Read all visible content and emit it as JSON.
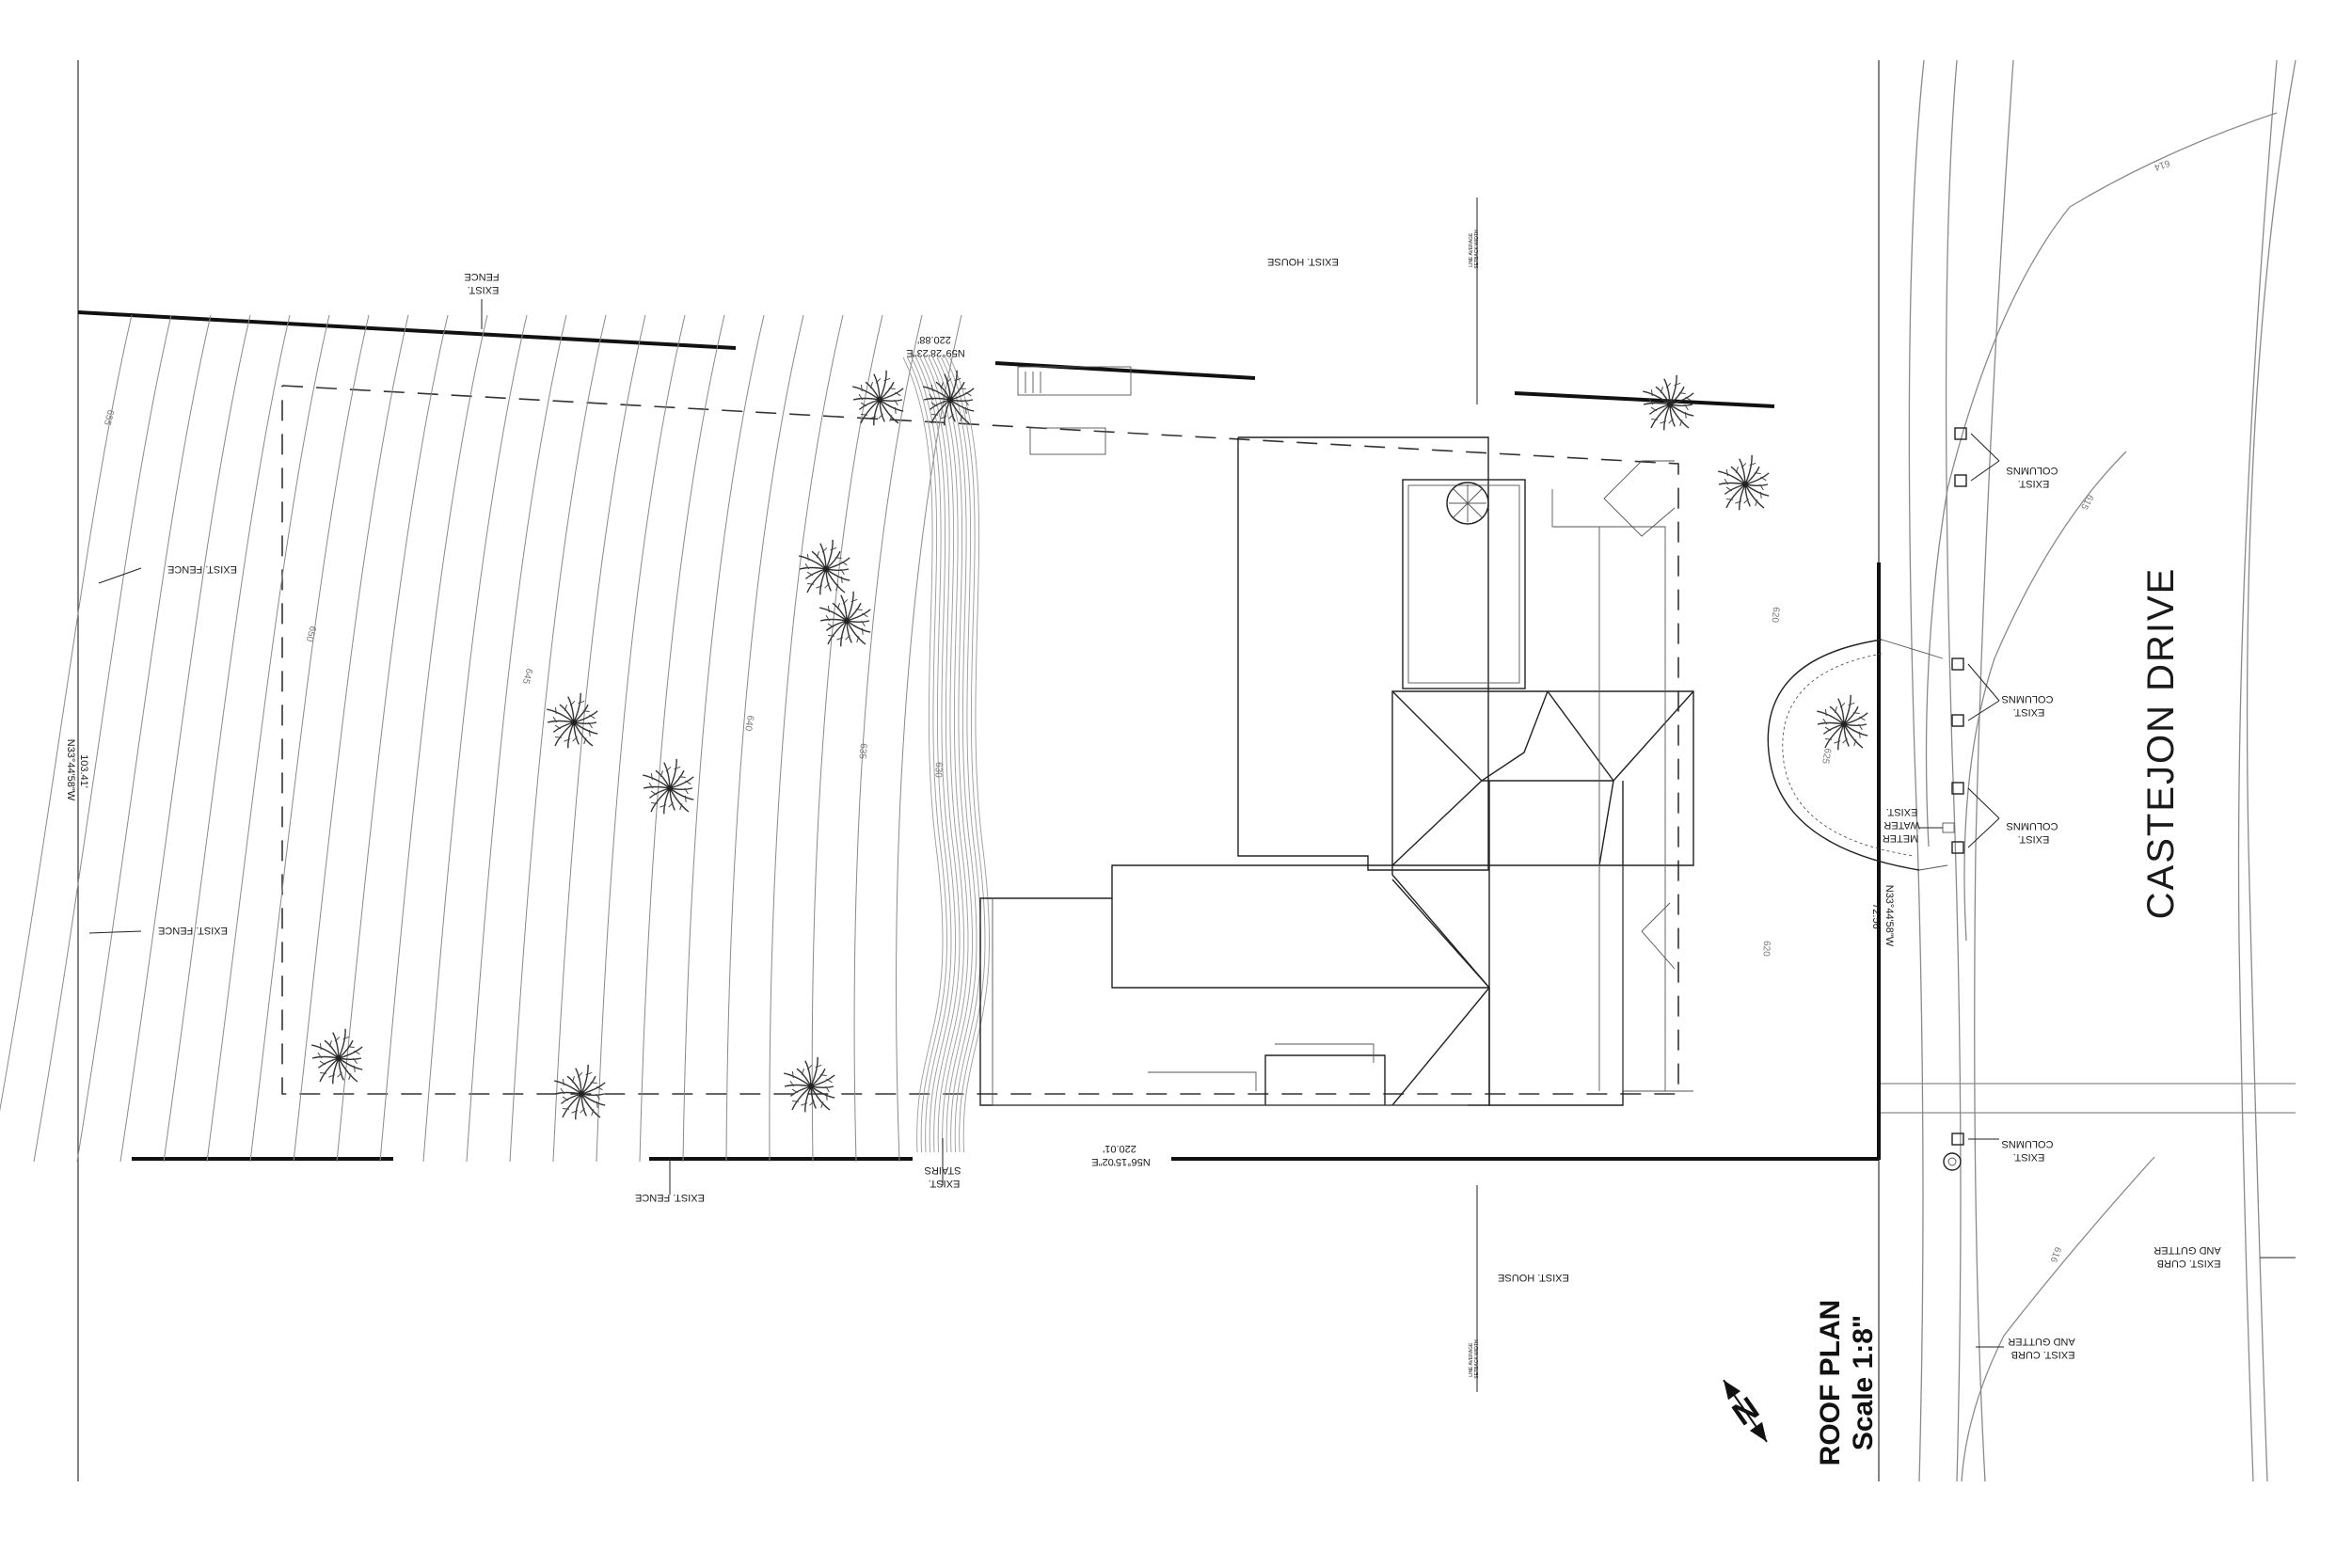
{
  "street": {
    "name": "CASTEJON  DRIVE"
  },
  "title_block": {
    "title": "ROOF PLAN",
    "scale": "Scale 1:8\"",
    "north_symbol": "N"
  },
  "bearings": {
    "north": {
      "bearing": "N59°28'23\"E",
      "distance": "220.88'"
    },
    "south": {
      "bearing": "N56°15'02\"E",
      "distance": "220.01'"
    },
    "west": {
      "bearing": "N33°44'58\"W",
      "distance": "103.41'"
    },
    "east": {
      "bearing": "N33°44'58\"W",
      "distance": "72.56'"
    }
  },
  "labels": {
    "exist_fence_top_1": "EXIST.",
    "exist_fence_top_2": "FENCE",
    "exist_house_top": "EXIST. HOUSE",
    "exist_fence_left_1": "EXIST. FENCE",
    "exist_fence_left_2": "EXIST. FENCE",
    "exist_fence_bottom": "EXIST. FENCE",
    "exist_stairs_1": "EXIST.",
    "exist_stairs_2": "STAIRS",
    "exist_house_bottom": "EXIST. HOUSE",
    "columns_1a": "EXIST.",
    "columns_1b": "COLUMNS",
    "columns_2a": "EXIST.",
    "columns_2b": "COLUMNS",
    "columns_3a": "EXIST.",
    "columns_3b": "COLUMNS",
    "columns_4a": "EXIST.",
    "columns_4b": "COLUMNS",
    "water_meter_1": "EXIST.",
    "water_meter_2": "WATER",
    "water_meter_3": "METER",
    "curb_1a": "EXIST. CURB",
    "curb_1b": "AND GUTTER",
    "curb_2a": "EXIST. CURB",
    "curb_2b": "AND GUTTER",
    "avg_setback_1": "LINE AVERAGE",
    "avg_setback_2": "SETBACK WIDTH"
  },
  "contours": [
    "655",
    "650",
    "645",
    "640",
    "635",
    "630",
    "620",
    "620",
    "625",
    "615",
    "614",
    "616"
  ],
  "colors": {
    "line": "#111111",
    "contour": "#8a8a8a",
    "background": "#ffffff"
  }
}
